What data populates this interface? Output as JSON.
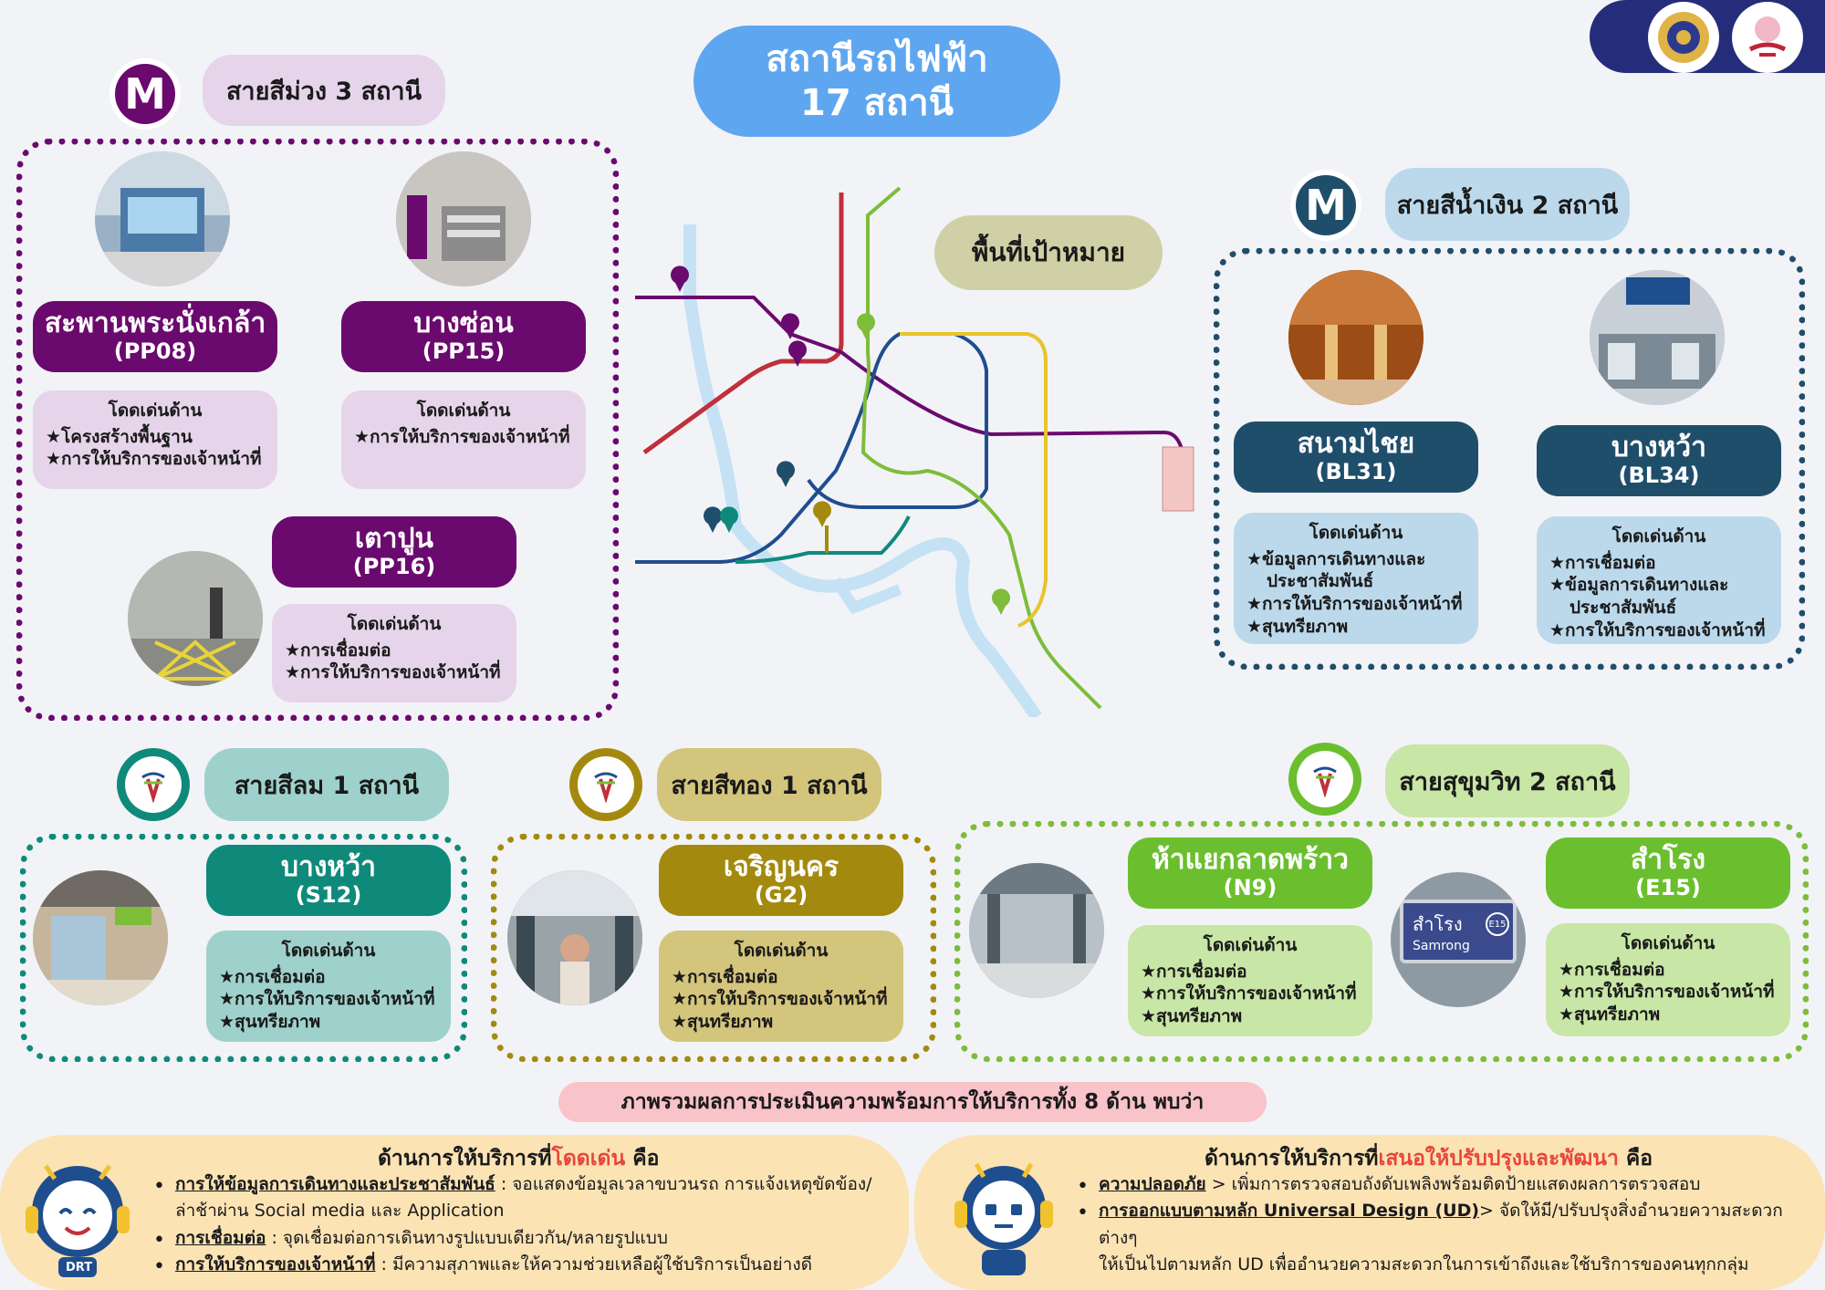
{
  "header": {
    "title_l1": "สถานีรถไฟฟ้า",
    "title_l2": "17 สถานี"
  },
  "map_label": "พื้นที่เป้าหมาย",
  "colors": {
    "purple": "#6b0a6e",
    "purple_light": "#e6d5ea",
    "blue": "#1f4e6b",
    "blue_light": "#bcd9ec",
    "teal": "#0f8a7a",
    "teal_light": "#9fd1cc",
    "gold": "#a38a0f",
    "gold_light": "#d4c57c",
    "green": "#6bbf2f",
    "green_light": "#c8e6a6",
    "peach": "#fbe3b4",
    "pink": "#f8c3c9"
  },
  "purple_line": {
    "label": "สายสีม่วง 3 สถานี",
    "logo_icon": "mrt-m-icon",
    "stations": [
      {
        "name": "สะพานพระนั่งเกล้า",
        "code": "(PP08)",
        "hl_title": "โดดเด่นด้าน",
        "hl_items": [
          "★โครงสร้างพื้นฐาน",
          "★การให้บริการของเจ้าหน้าที่"
        ]
      },
      {
        "name": "บางซ่อน",
        "code": "(PP15)",
        "hl_title": "โดดเด่นด้าน",
        "hl_items": [
          "★การให้บริการของเจ้าหน้าที่"
        ]
      },
      {
        "name": "เตาปูน",
        "code": "(PP16)",
        "hl_title": "โดดเด่นด้าน",
        "hl_items": [
          "★การเชื่อมต่อ",
          "★การให้บริการของเจ้าหน้าที่"
        ]
      }
    ]
  },
  "blue_line": {
    "label": "สายสีน้ำเงิน 2 สถานี",
    "logo_icon": "mrt-m-icon",
    "stations": [
      {
        "name": "สนามไชย",
        "code": "(BL31)",
        "hl_title": "โดดเด่นด้าน",
        "hl_items": [
          "★ข้อมูลการเดินทางและ",
          "ประชาสัมพันธ์",
          "★การให้บริการของเจ้าหน้าที่",
          "★สุนทรียภาพ"
        ]
      },
      {
        "name": "บางหว้า",
        "code": "(BL34)",
        "hl_title": "โดดเด่นด้าน",
        "hl_items": [
          "★การเชื่อมต่อ",
          "★ข้อมูลการเดินทางและ",
          "ประชาสัมพันธ์",
          "★การให้บริการของเจ้าหน้าที่"
        ]
      }
    ]
  },
  "silom_line": {
    "label": "สายสีลม 1 สถานี",
    "logo_icon": "bts-icon",
    "stations": [
      {
        "name": "บางหว้า",
        "code": "(S12)",
        "hl_title": "โดดเด่นด้าน",
        "hl_items": [
          "★การเชื่อมต่อ",
          "★การให้บริการของเจ้าหน้าที่",
          "★สุนทรียภาพ"
        ]
      }
    ]
  },
  "gold_line": {
    "label": "สายสีทอง 1 สถานี",
    "logo_icon": "bts-icon",
    "stations": [
      {
        "name": "เจริญนคร",
        "code": "(G2)",
        "hl_title": "โดดเด่นด้าน",
        "hl_items": [
          "★การเชื่อมต่อ",
          "★การให้บริการของเจ้าหน้าที่",
          "★สุนทรียภาพ"
        ]
      }
    ]
  },
  "sukhumvit_line": {
    "label": "สายสุขุมวิท 2 สถานี",
    "logo_icon": "bts-icon",
    "stations": [
      {
        "name": "ห้าแยกลาดพร้าว",
        "code": "(N9)",
        "hl_title": "โดดเด่นด้าน",
        "hl_items": [
          "★การเชื่อมต่อ",
          "★การให้บริการของเจ้าหน้าที่",
          "★สุนทรียภาพ"
        ]
      },
      {
        "name": "สำโรง",
        "code": "(E15)",
        "hl_title": "โดดเด่นด้าน",
        "hl_items": [
          "★การเชื่อมต่อ",
          "★การให้บริการของเจ้าหน้าที่",
          "★สุนทรียภาพ"
        ]
      }
    ]
  },
  "samrong_sign": {
    "thai": "สำโรง",
    "eng": "Samrong",
    "code": "E15"
  },
  "overview": "ภาพรวมผลการประเมินความพร้อมการให้บริการทั้ง 8 ด้าน  พบว่า",
  "summary_left": {
    "title_pre": "ด้านการให้บริการที่",
    "title_em": "โดดเด่น",
    "title_post": " คือ",
    "items": [
      {
        "key": "การให้ข้อมูลการเดินทางและประชาสัมพันธ์",
        "text": " : จอแสดงข้อมูลเวลาขบวนรถ การแจ้งเหตุขัดข้อง/",
        "cont": "ล่าช้าผ่าน Social media และ Application"
      },
      {
        "key": "การเชื่อมต่อ",
        "text": " : จุดเชื่อมต่อการเดินทางรูปแบบเดียวกัน/หลายรูปแบบ",
        "cont": ""
      },
      {
        "key": "การให้บริการของเจ้าหน้าที่",
        "text": " : มีความสุภาพและให้ความช่วยเหลือผู้ใช้บริการเป็นอย่างดี",
        "cont": ""
      }
    ]
  },
  "summary_right": {
    "title_pre": "ด้านการให้บริการที่",
    "title_em": "เสนอให้ปรับปรุงและพัฒนา",
    "title_post": " คือ",
    "items": [
      {
        "key": "ความปลอดภัย",
        "text": " > เพิ่มการตรวจสอบถังดับเพลิงพร้อมติดป้ายแสดงผลการตรวจสอบ",
        "cont": ""
      },
      {
        "key": "การออกแบบตามหลัก Universal Design (UD)",
        "text": "> จัดให้มี/ปรับปรุงสิ่งอำนวยความสะดวกต่างๆ",
        "cont": "ให้เป็นไปตามหลัก UD เพื่ออำนวยความสะดวกในการเข้าถึงและใช้บริการของคนทุกกลุ่ม"
      }
    ]
  },
  "mascot_badge": "DRT"
}
